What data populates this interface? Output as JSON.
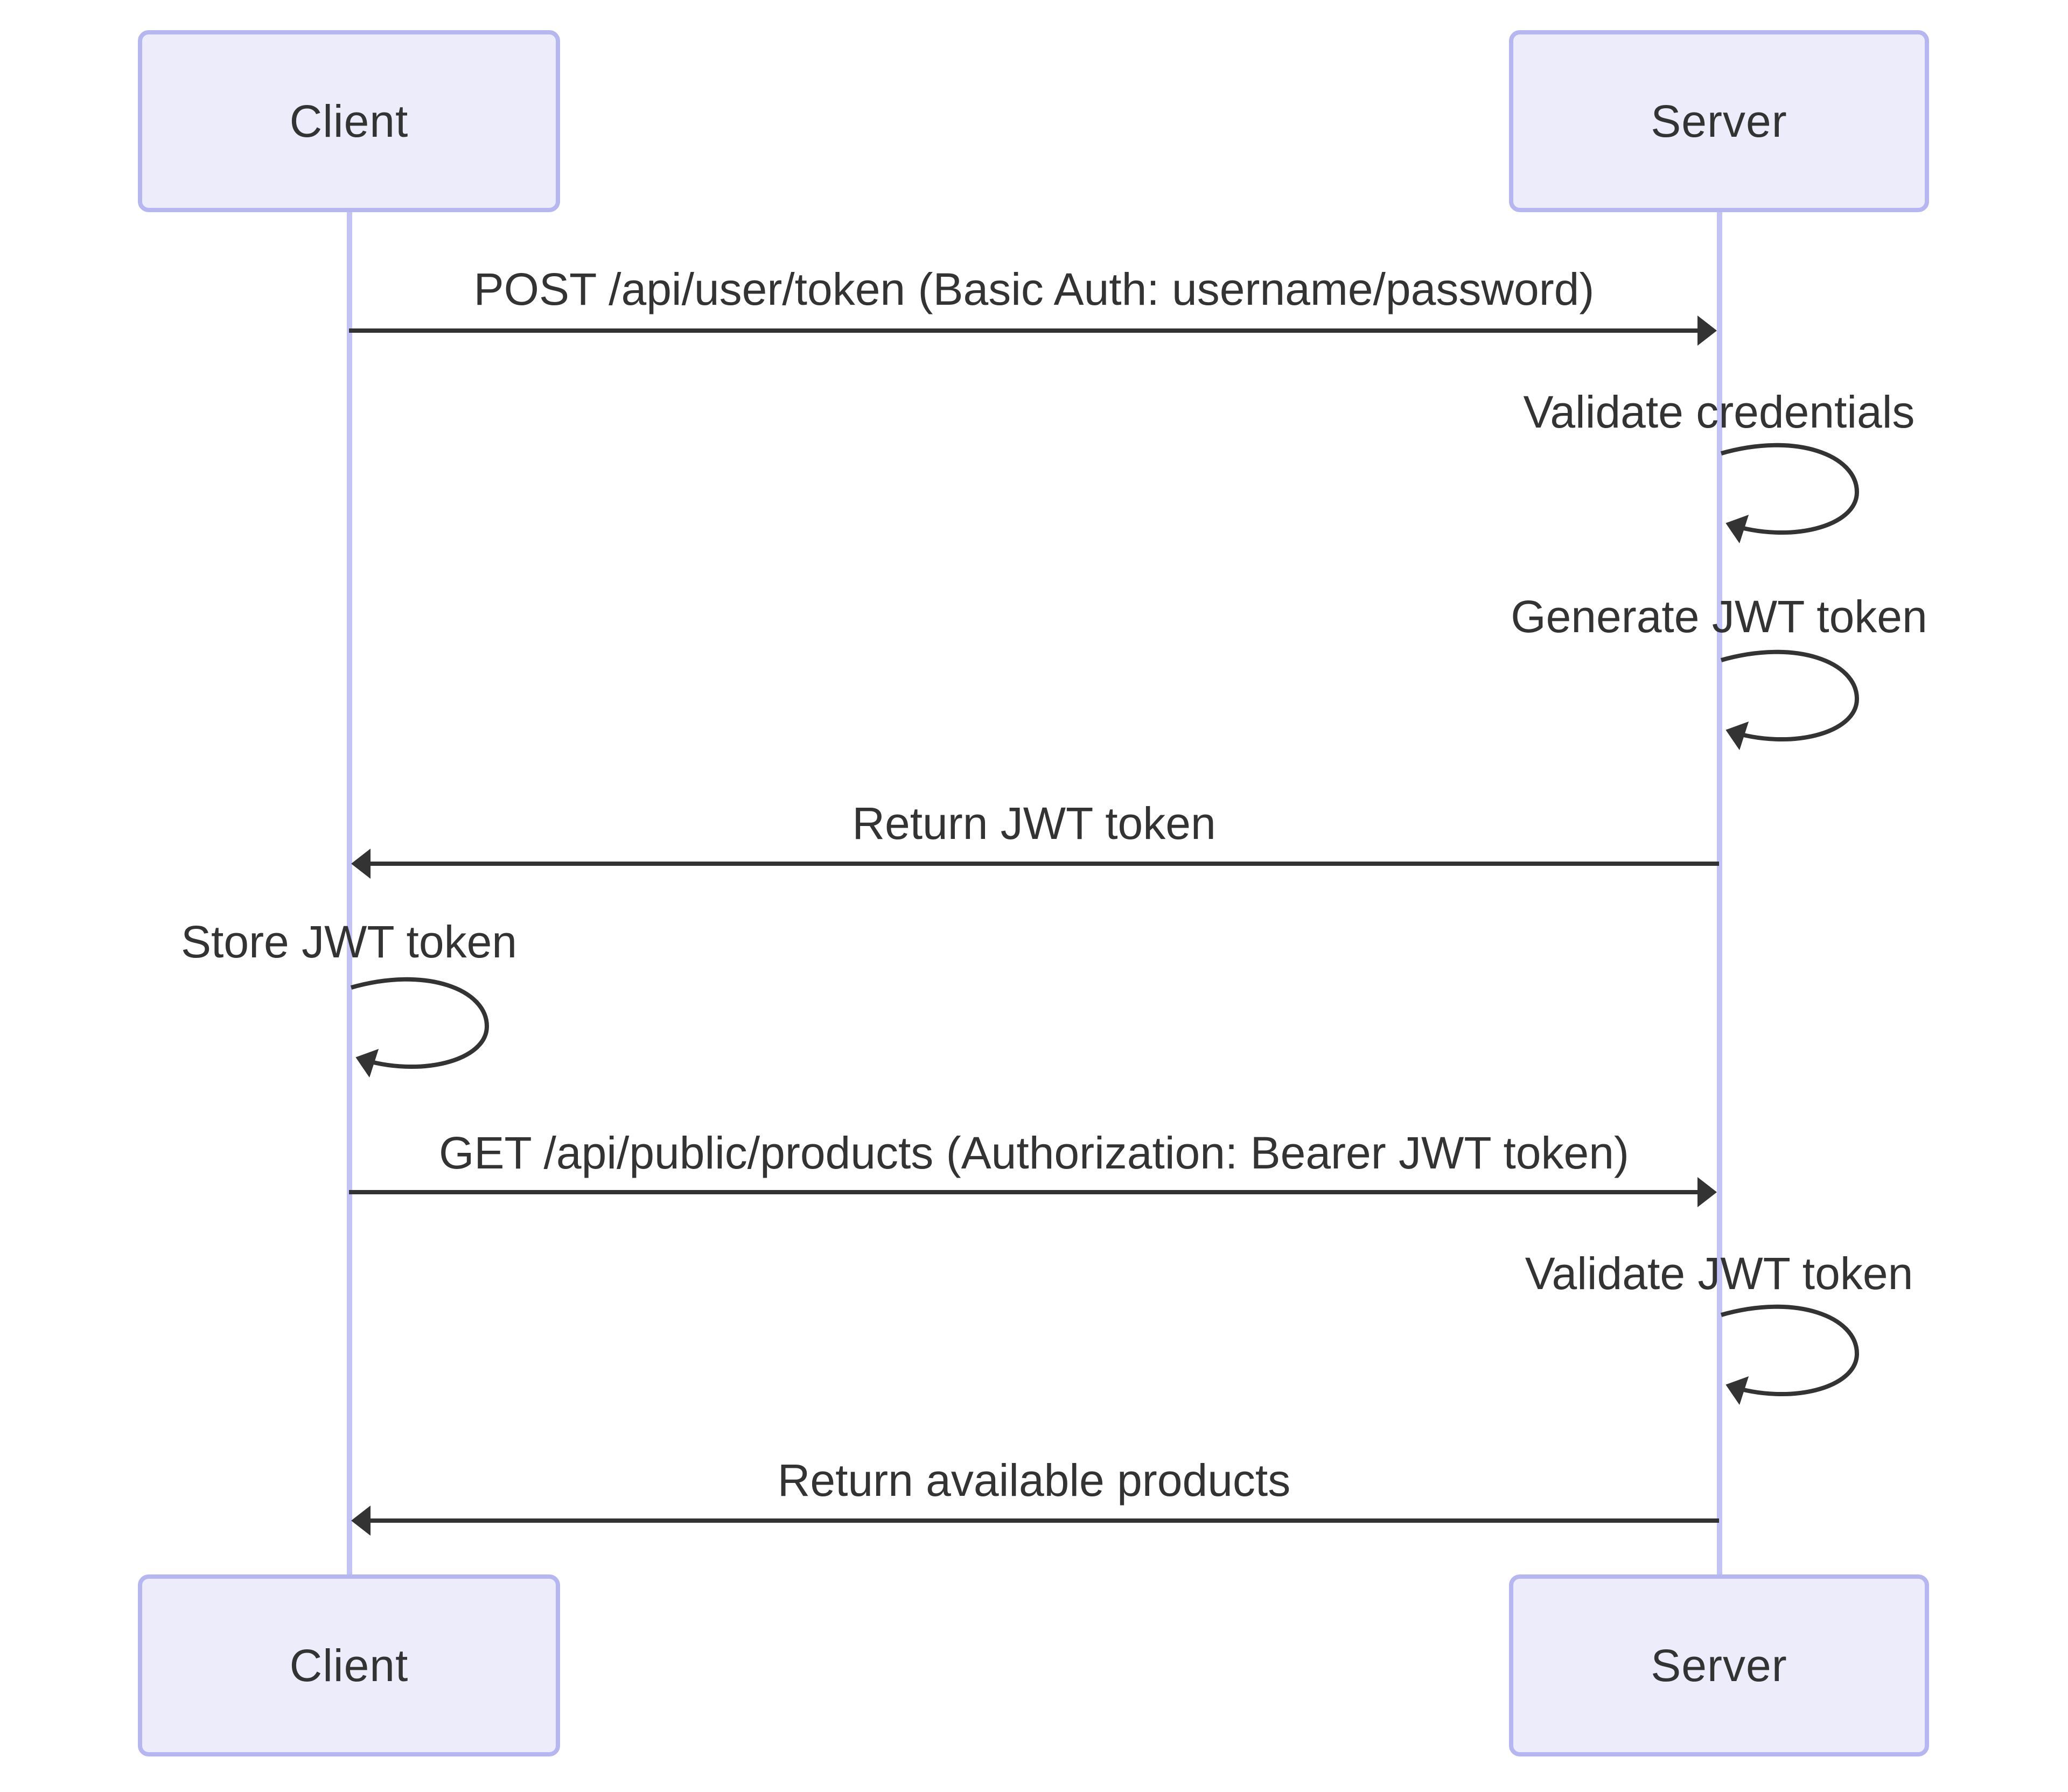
{
  "diagram": {
    "type": "sequence-diagram",
    "actors": [
      {
        "id": "client",
        "label": "Client"
      },
      {
        "id": "server",
        "label": "Server"
      }
    ],
    "messages": [
      {
        "index": 0,
        "from": "client",
        "to": "server",
        "kind": "solid-arrow",
        "label": "POST /api/user/token (Basic Auth: username/password)"
      },
      {
        "index": 1,
        "from": "server",
        "to": "server",
        "kind": "self-loop",
        "label": "Validate credentials"
      },
      {
        "index": 2,
        "from": "server",
        "to": "server",
        "kind": "self-loop",
        "label": "Generate JWT token"
      },
      {
        "index": 3,
        "from": "server",
        "to": "client",
        "kind": "solid-arrow",
        "label": "Return JWT token"
      },
      {
        "index": 4,
        "from": "client",
        "to": "client",
        "kind": "self-loop",
        "label": "Store JWT token"
      },
      {
        "index": 5,
        "from": "client",
        "to": "server",
        "kind": "solid-arrow",
        "label": "GET /api/public/products (Authorization: Bearer JWT token)"
      },
      {
        "index": 6,
        "from": "server",
        "to": "server",
        "kind": "self-loop",
        "label": "Validate JWT token"
      },
      {
        "index": 7,
        "from": "server",
        "to": "client",
        "kind": "solid-arrow",
        "label": "Return available products"
      }
    ],
    "colors": {
      "background": "#FFFFFF",
      "actor_fill": "#ECECFB",
      "actor_border": "#B6B6F0",
      "lifeline": "#C3C3F5",
      "text": "#333333",
      "arrow": "#333333"
    }
  }
}
